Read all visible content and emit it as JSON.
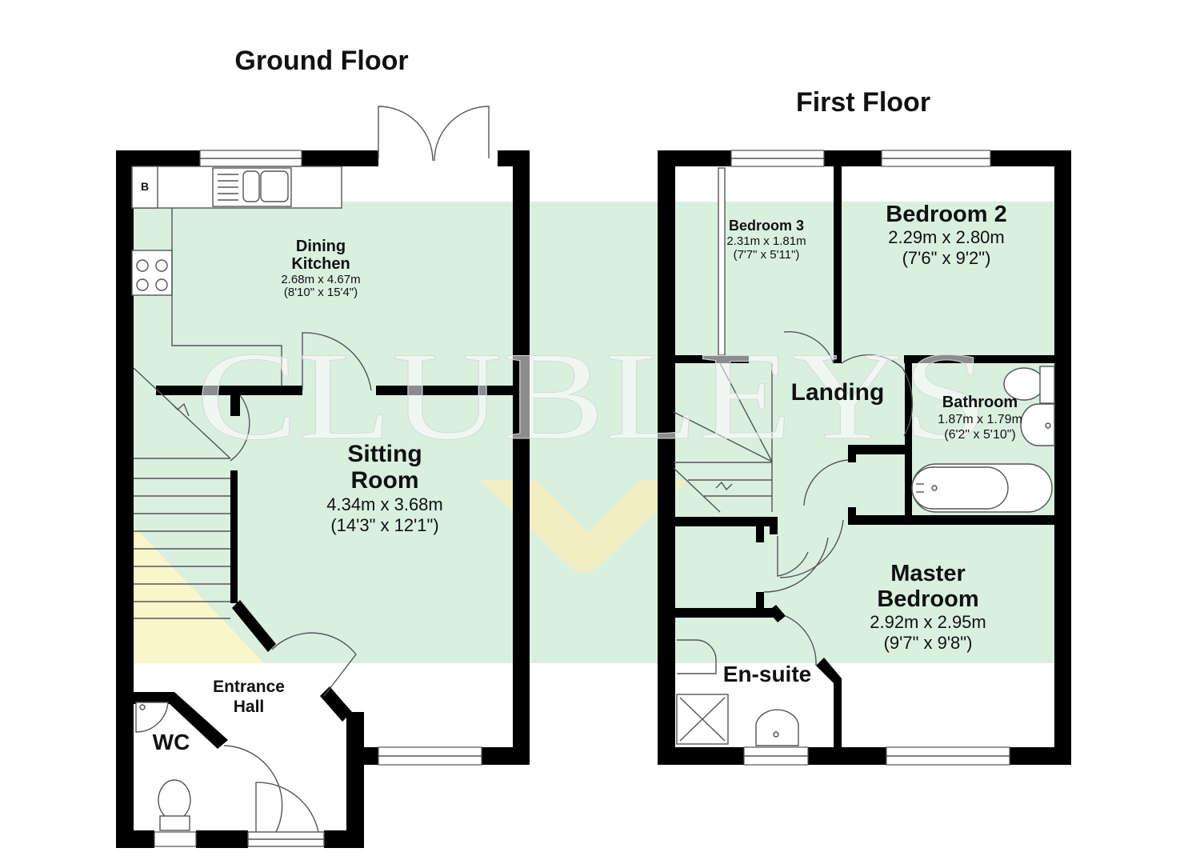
{
  "floors": {
    "ground": {
      "title": "Ground Floor",
      "rooms": {
        "dining_kitchen": {
          "name_line1": "Dining",
          "name_line2": "Kitchen",
          "dim_m": "2.68m x 4.67m",
          "dim_ft": "(8'10\" x 15'4\")"
        },
        "sitting_room": {
          "name_line1": "Sitting",
          "name_line2": "Room",
          "dim_m": "4.34m x 3.68m",
          "dim_ft": "(14'3\" x 12'1\")"
        },
        "entrance_hall": {
          "name_line1": "Entrance",
          "name_line2": "Hall"
        },
        "wc": {
          "name": "WC"
        }
      },
      "boiler_label": "B"
    },
    "first": {
      "title": "First Floor",
      "rooms": {
        "bedroom_3": {
          "name": "Bedroom 3",
          "dim_m": "2.31m x 1.81m",
          "dim_ft": "(7'7\" x 5'11\")"
        },
        "bedroom_2": {
          "name": "Bedroom 2",
          "dim_m": "2.29m x 2.80m",
          "dim_ft": "(7'6\" x 9'2\")"
        },
        "landing": {
          "name": "Landing"
        },
        "bathroom": {
          "name": "Bathroom",
          "dim_m": "1.87m x 1.79m",
          "dim_ft": "(6'2\" x 5'10\")"
        },
        "master_bedroom": {
          "name_line1": "Master",
          "name_line2": "Bedroom",
          "dim_m": "2.92m x 2.95m",
          "dim_ft": "(9'7\" x 9'8\")"
        },
        "en_suite": {
          "name": "En-suite"
        }
      }
    }
  },
  "watermark": {
    "text": "CLUBLEYS"
  },
  "colors": {
    "room_fill": "#d9f0df",
    "wall": "#000000",
    "stairs_yellow": "#fdf6c9",
    "logo_yellow": "#f6edc0"
  }
}
